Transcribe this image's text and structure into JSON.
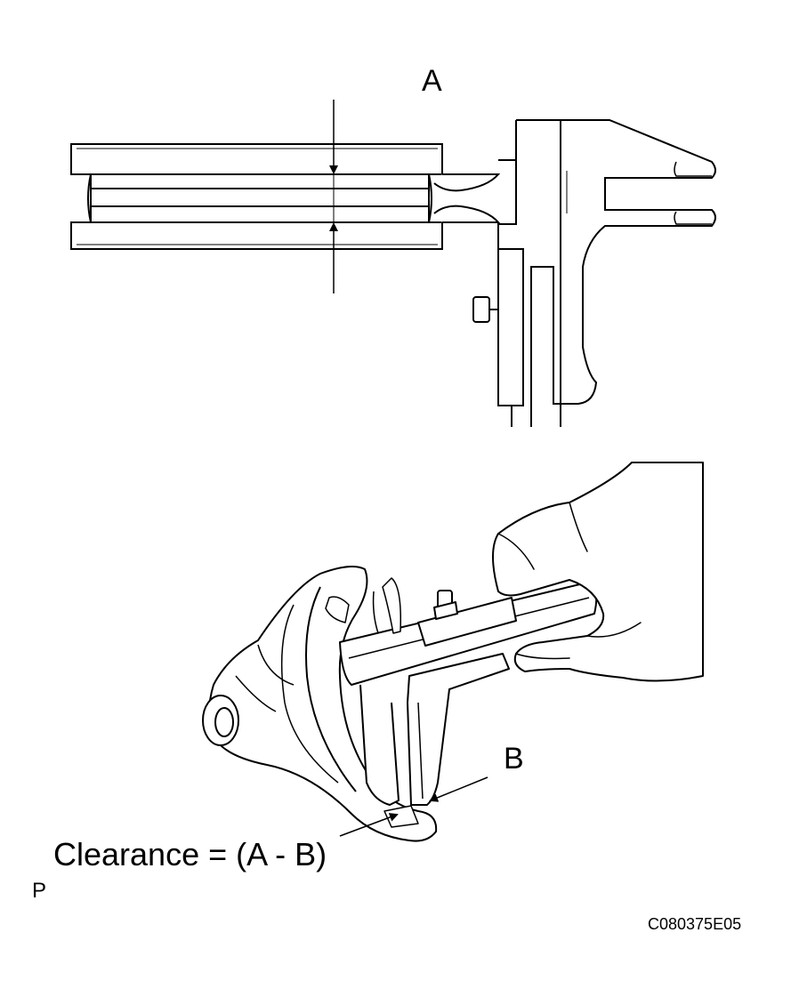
{
  "labels": {
    "a": "A",
    "b": "B",
    "formula": "Clearance = (A - B)",
    "corner": "P",
    "figure_code": "C080375E05"
  },
  "colors": {
    "line": "#000000",
    "background": "#ffffff"
  }
}
